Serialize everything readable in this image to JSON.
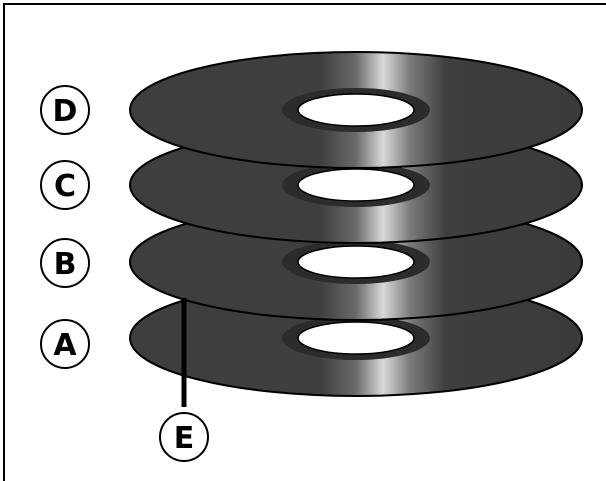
{
  "diagram": {
    "labels": {
      "d": "D",
      "c": "C",
      "b": "B",
      "a": "A",
      "e": "E"
    },
    "colors": {
      "disc_dark": "#3a3a3a",
      "disc_light": "#d8d8d8",
      "hub_ring": "#303030",
      "hole": "#ffffff",
      "outline": "#000000"
    }
  }
}
